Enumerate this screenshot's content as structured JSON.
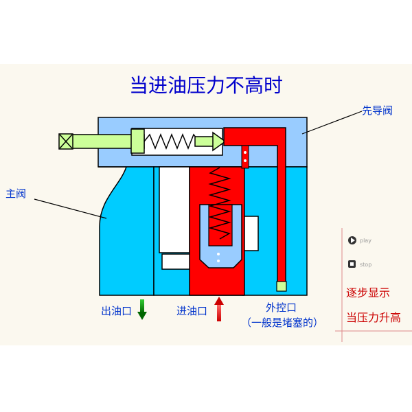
{
  "title": "当进油压力不高时",
  "labels": {
    "pilot_valve": "先导阀",
    "main_valve": "主阀",
    "outlet": "出油口",
    "inlet": "进油口",
    "external_control": "外控口",
    "external_control_note": "（一般是堵塞的）"
  },
  "controls": {
    "play_label": "play",
    "stop_label": "stop",
    "step_label": "逐步显示",
    "pressure_rise_label": "当压力升高"
  },
  "colors": {
    "background_panel": "#fbf8ef",
    "valve_body": "#99ccff",
    "main_cavity": "#00ccff",
    "pressurized_oil": "#ff0000",
    "spool_green": "#ccff99",
    "title_blue": "#0000cc",
    "label_blue": "#0033cc",
    "control_red": "#cc0000",
    "outlet_arrow": "#33aa33",
    "inlet_arrow": "#aa0000"
  },
  "icons": {
    "play": "play-circle-icon",
    "stop": "stop-square-icon"
  }
}
